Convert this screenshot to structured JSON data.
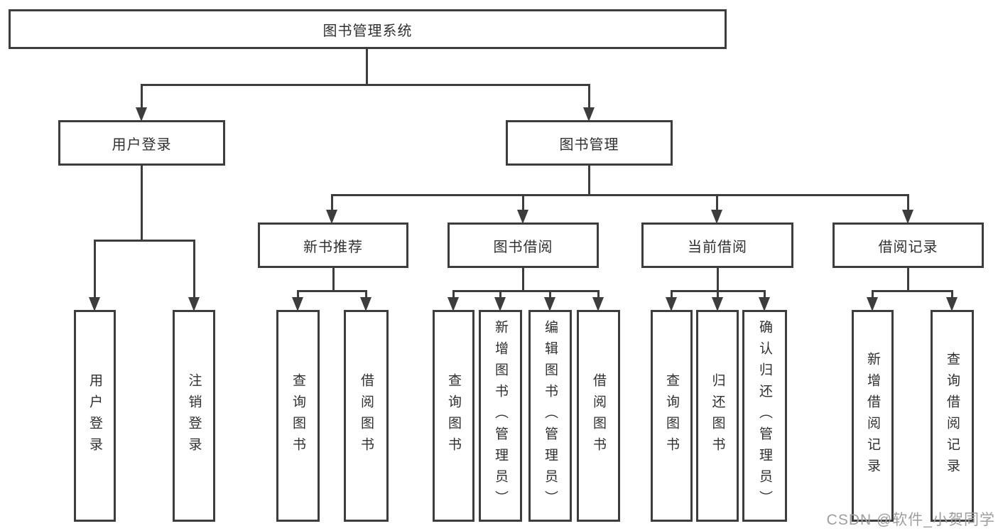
{
  "diagram": {
    "title": "图书管理系统",
    "level2": [
      {
        "label": "用户登录"
      },
      {
        "label": "图书管理"
      }
    ],
    "level3": [
      {
        "label": "新书推荐"
      },
      {
        "label": "图书借阅"
      },
      {
        "label": "当前借阅"
      },
      {
        "label": "借阅记录"
      }
    ],
    "leaves": [
      {
        "label": "用户登录"
      },
      {
        "label": "注销登录"
      },
      {
        "label": "查询图书"
      },
      {
        "label": "借阅图书"
      },
      {
        "label": "查询图书"
      },
      {
        "label": "新增图书（管理员）"
      },
      {
        "label": "编辑图书（管理员）"
      },
      {
        "label": "借阅图书"
      },
      {
        "label": "查询图书"
      },
      {
        "label": "归还图书"
      },
      {
        "label": "确认归还（管理员）"
      },
      {
        "label": "新增借阅记录"
      },
      {
        "label": "查询借阅记录"
      }
    ],
    "structure": {
      "图书管理系统": [
        "用户登录",
        "图书管理"
      ],
      "用户登录": [
        "用户登录",
        "注销登录"
      ],
      "图书管理": [
        "新书推荐",
        "图书借阅",
        "当前借阅",
        "借阅记录"
      ],
      "新书推荐": [
        "查询图书",
        "借阅图书"
      ],
      "图书借阅": [
        "查询图书",
        "新增图书（管理员）",
        "编辑图书（管理员）",
        "借阅图书"
      ],
      "当前借阅": [
        "查询图书",
        "归还图书",
        "确认归还（管理员）"
      ],
      "借阅记录": [
        "新增借阅记录",
        "查询借阅记录"
      ]
    },
    "colors": {
      "line": "#3d3d3d",
      "text": "#303030",
      "box_background": "#ffffff",
      "watermark": "#9e9e9e"
    }
  },
  "watermark": {
    "text": "CSDN @软件_小贺同学"
  }
}
